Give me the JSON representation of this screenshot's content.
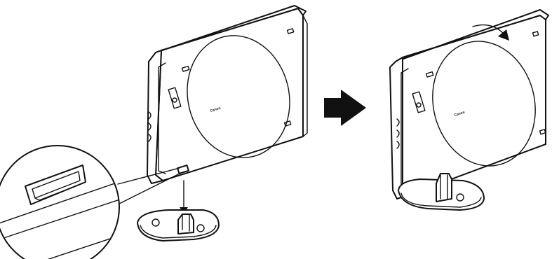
{
  "figure": {
    "left_panel": {
      "logo_text": "Canon"
    },
    "right_panel": {
      "logo_text": "Canon"
    }
  },
  "colors": {
    "ink": "#111111",
    "background": "#ffffff"
  },
  "icons": [
    "scanner-illustration",
    "stand-illustration",
    "magnifier-callout",
    "down-arrow-icon",
    "right-arrow-icon",
    "curved-arrow-icon"
  ]
}
